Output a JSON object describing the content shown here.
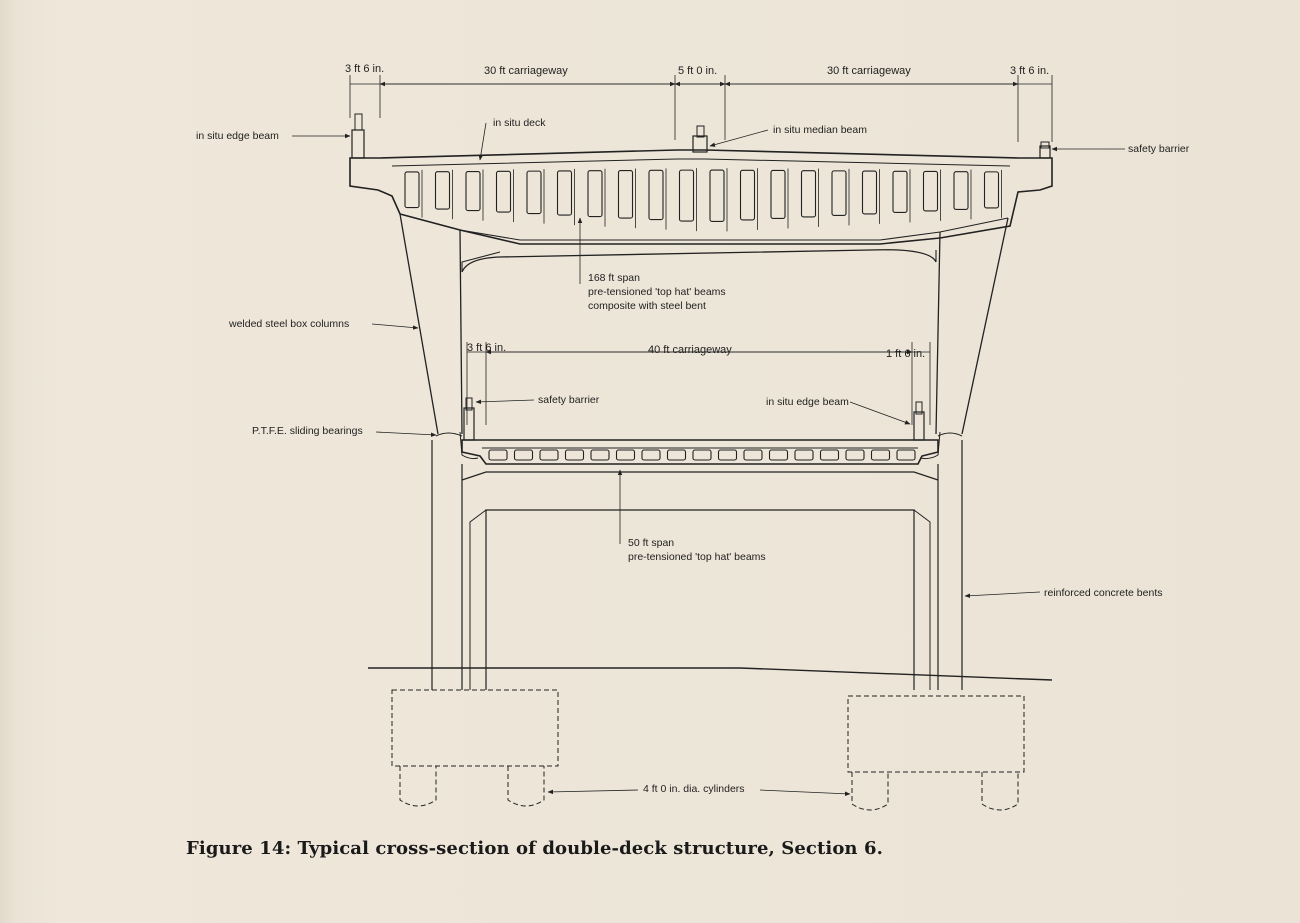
{
  "labels": {
    "dim_edge_left": "3 ft 6 in.",
    "dim_carriageway_left": "30 ft carriageway",
    "dim_median": "5 ft 0 in.",
    "dim_carriageway_right": "30 ft carriageway",
    "dim_edge_right": "3 ft 6 in.",
    "in_situ_edge_beam": "in situ edge beam",
    "in_situ_deck": "in situ deck",
    "in_situ_median_beam": "in situ median beam",
    "safety_barrier_upper": "safety barrier",
    "span_168_line1": "168 ft span",
    "span_168_line2": "pre-tensioned 'top hat' beams",
    "span_168_line3": "composite with steel bent",
    "welded_steel_box_columns": "welded steel box columns",
    "dim_lower_edge_left": "3 ft 6 in.",
    "dim_lower_carriageway": "40 ft carriageway",
    "dim_lower_edge_right": "1 ft 6 in.",
    "safety_barrier_lower": "safety barrier",
    "in_situ_edge_beam_lower": "in situ edge beam",
    "ptfe_bearings": "P.T.F.E. sliding bearings",
    "span_50_line1": "50 ft span",
    "span_50_line2": "pre-tensioned 'top hat' beams",
    "reinforced_concrete_bents": "reinforced concrete bents",
    "cylinders": "4 ft 0 in. dia. cylinders"
  },
  "caption": "Figure 14: Typical cross-section of double-deck structure, Section 6."
}
